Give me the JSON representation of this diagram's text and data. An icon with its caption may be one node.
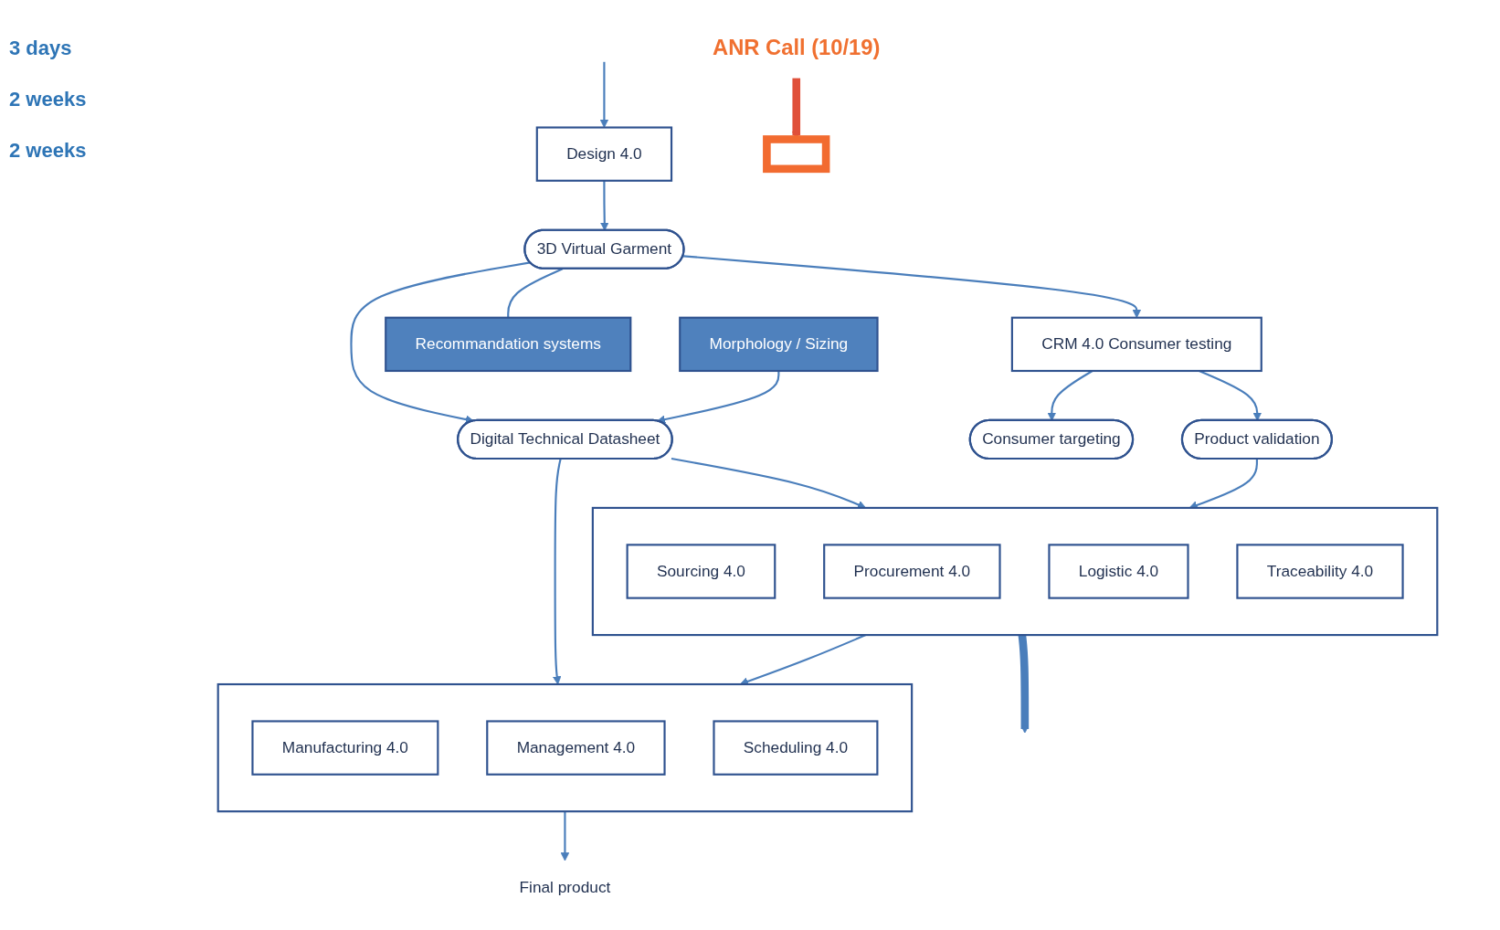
{
  "diagram": {
    "nodes": [
      {
        "text": [
          "Design 4.0"
        ]
      },
      {
        "text": [
          "3D Virtual Garment"
        ]
      },
      {
        "text": [
          "Digital Technical Datasheet"
        ]
      },
      {
        "text": [
          "CRM 4.0 Consumer testing"
        ]
      },
      {
        "text": [
          "Recommandation systems"
        ]
      },
      {
        "text": [
          "Consumer targeting"
        ]
      },
      {
        "text": [
          "Morphology / Sizing"
        ]
      },
      {
        "text": [],
        "shape": "box"
      },
      {
        "text": [
          "Sourcing 4.0"
        ],
        "in": 7
      },
      {
        "text": [
          "Procurement 4.0"
        ],
        "in": 7
      },
      {
        "text": [
          "Logistic 4.0"
        ],
        "in": 7
      },
      {
        "text": [
          "Traceability 4.0"
        ],
        "in": 7
      },
      {
        "text": [
          "Product validation"
        ]
      },
      {
        "text": [],
        "shape": "box"
      },
      {
        "text": [
          "Manufacturing 4.0"
        ],
        "in": 13
      },
      {
        "text": [
          "Management 4.0"
        ],
        "in": 13
      },
      {
        "text": [
          "Scheduling 4.0"
        ],
        "in": 13
      },
      {
        "text": [
          "Final product"
        ]
      },
      {
        "text": [
          "ANR Call (10/19)"
        ]
      },
      {
        "text": [],
        "shape": "box"
      }
    ],
    "edges": [
      {
        "from": null,
        "to": 0,
        "arrow": "to"
      },
      {
        "from": 0,
        "to": 1,
        "arrow": "to"
      },
      {
        "from": 1,
        "to": 2,
        "arrow": "to"
      },
      {
        "from": 1,
        "to": 3,
        "arrow": "to"
      },
      {
        "from": 1,
        "to": 4,
        "arrow": "none"
      },
      {
        "from": 3,
        "to": 5,
        "arrow": "to"
      },
      {
        "from": 3,
        "to": 12,
        "arrow": "to"
      },
      {
        "from": 6,
        "to": 2,
        "arrow": "to"
      },
      {
        "from": 2,
        "to": 7,
        "arrow": "to"
      },
      {
        "from": 2,
        "to": 13,
        "arrow": "to"
      },
      {
        "from": 12,
        "to": 7,
        "arrow": "to"
      },
      {
        "from": 7,
        "to": 13,
        "arrow": "to"
      },
      {
        "from": 13,
        "to": 17,
        "arrow": "to"
      },
      {
        "from": 7,
        "to": null,
        "arrow": "to",
        "style": "thick"
      },
      {
        "from": 18,
        "to": 19,
        "arrow": "to",
        "style": "thick",
        "color": "#e0503a"
      }
    ],
    "labels": [
      "3 days",
      "2 weeks",
      "2 weeks"
    ]
  }
}
